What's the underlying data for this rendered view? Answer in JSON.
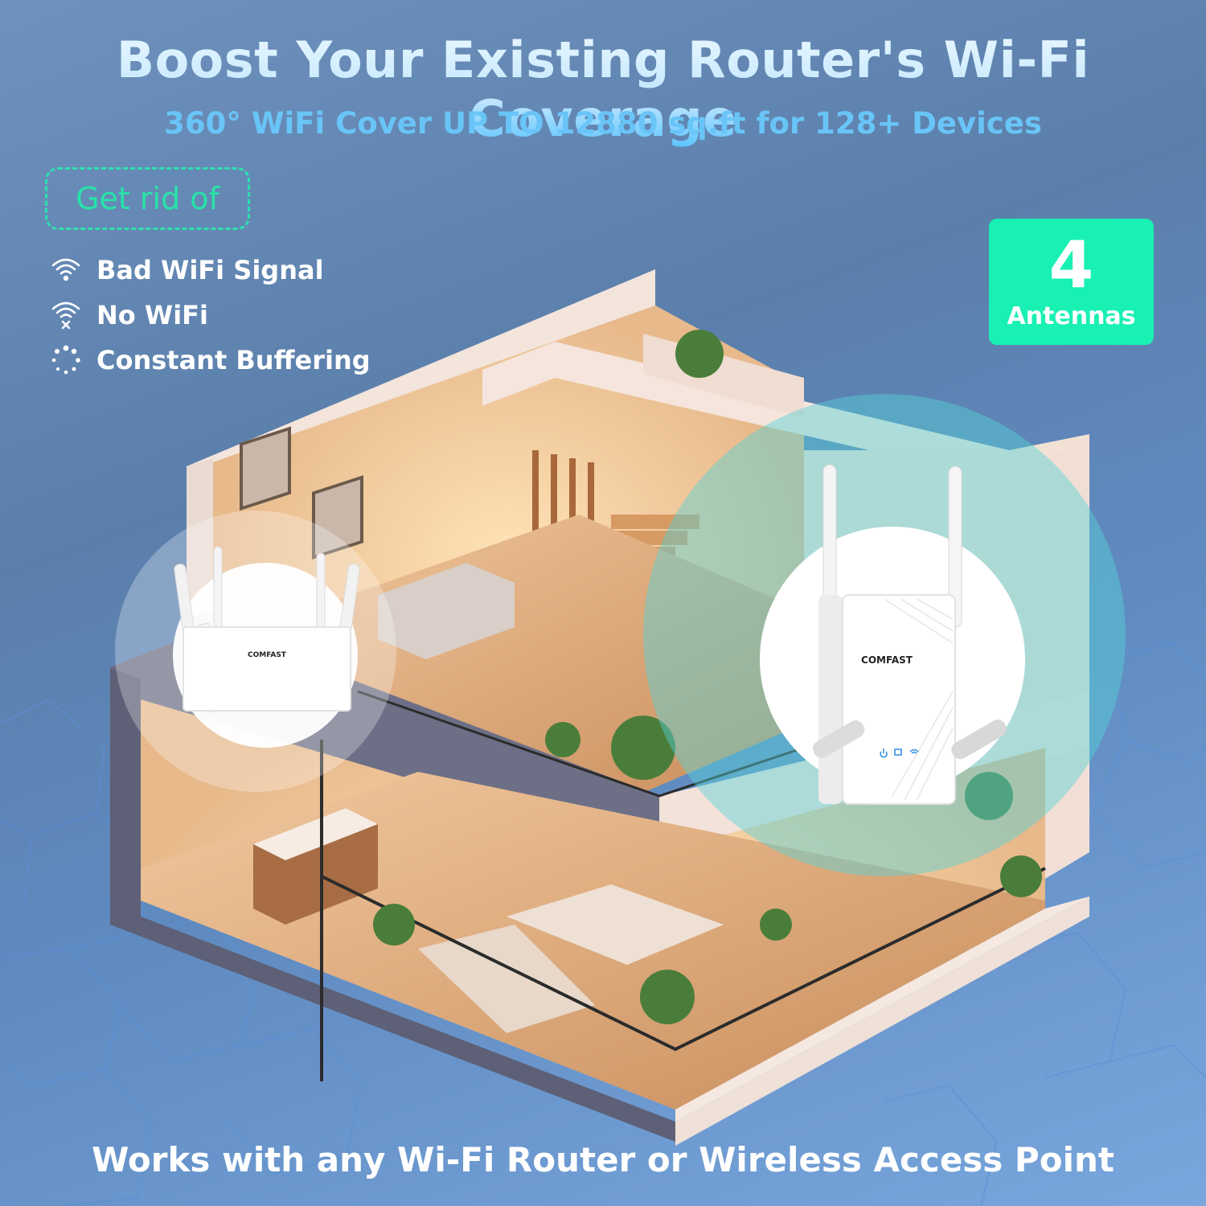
{
  "header": {
    "title": "Boost Your Existing Router's Wi-Fi Coverage",
    "subtitle": "360° WiFi Cover UP TO 12880 sq.ft for 128+ Devices"
  },
  "problems": {
    "heading": "Get rid of",
    "items": [
      {
        "icon": "wifi-icon",
        "label": "Bad WiFi Signal"
      },
      {
        "icon": "wifi-off-icon",
        "label": "No WiFi"
      },
      {
        "icon": "loading-spinner-icon",
        "label": "Constant Buffering"
      }
    ]
  },
  "antenna_badge": {
    "count": "4",
    "label": "Antennas"
  },
  "illustration": {
    "router_brand": "COMFAST",
    "extender_brand": "COMFAST",
    "extender_indicators": [
      "power-icon",
      "ethernet-icon",
      "wifi-icon"
    ]
  },
  "footer": {
    "tagline": "Works with any Wi-Fi Router or Wireless Access Point"
  },
  "colors": {
    "accent_green": "#19f0b4",
    "title_blue": "#bfe6ff",
    "subtitle_blue": "#69c4f7",
    "coverage_teal": "#6fd6d6"
  }
}
